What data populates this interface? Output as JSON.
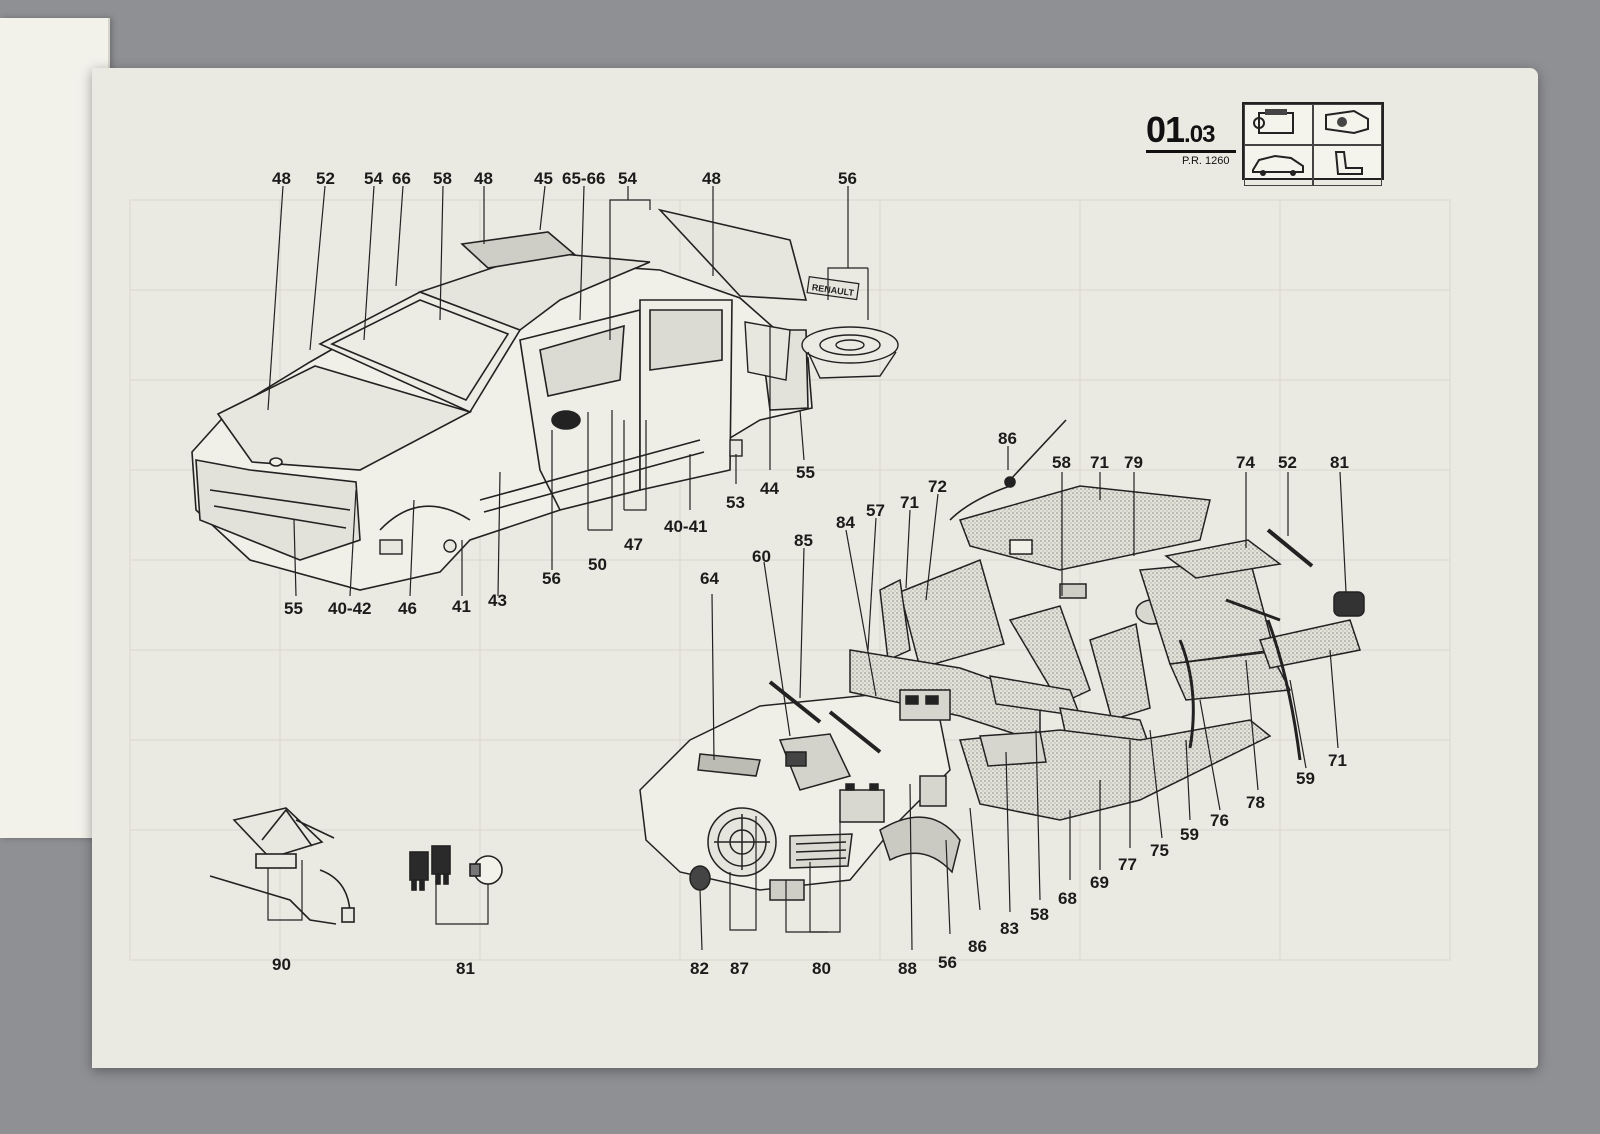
{
  "header": {
    "section_major": "01",
    "section_minor": ".03",
    "reference": "P.R. 1260",
    "icons": [
      "engine-icon",
      "gearbox-icon",
      "car-body-icon",
      "seat-icon"
    ]
  },
  "brand_badge": "RENAULT",
  "callouts": [
    {
      "id": "c1",
      "text": "48"
    },
    {
      "id": "c2",
      "text": "52"
    },
    {
      "id": "c3",
      "text": "54"
    },
    {
      "id": "c4",
      "text": "66"
    },
    {
      "id": "c5",
      "text": "58"
    },
    {
      "id": "c6",
      "text": "48"
    },
    {
      "id": "c7",
      "text": "45"
    },
    {
      "id": "c8",
      "text": "65-66"
    },
    {
      "id": "c9",
      "text": "54"
    },
    {
      "id": "c10",
      "text": "48"
    },
    {
      "id": "c11",
      "text": "56"
    },
    {
      "id": "c12",
      "text": "55"
    },
    {
      "id": "c13",
      "text": "40-42"
    },
    {
      "id": "c14",
      "text": "46"
    },
    {
      "id": "c15",
      "text": "41"
    },
    {
      "id": "c16",
      "text": "43"
    },
    {
      "id": "c17",
      "text": "56"
    },
    {
      "id": "c18",
      "text": "50"
    },
    {
      "id": "c19",
      "text": "47"
    },
    {
      "id": "c20",
      "text": "40-41"
    },
    {
      "id": "c21",
      "text": "53"
    },
    {
      "id": "c22",
      "text": "44"
    },
    {
      "id": "c23",
      "text": "55"
    },
    {
      "id": "c24",
      "text": "86"
    },
    {
      "id": "c25",
      "text": "58"
    },
    {
      "id": "c26",
      "text": "71"
    },
    {
      "id": "c27",
      "text": "79"
    },
    {
      "id": "c28",
      "text": "74"
    },
    {
      "id": "c29",
      "text": "52"
    },
    {
      "id": "c30",
      "text": "81"
    },
    {
      "id": "c31",
      "text": "72"
    },
    {
      "id": "c32",
      "text": "71"
    },
    {
      "id": "c33",
      "text": "57"
    },
    {
      "id": "c34",
      "text": "84"
    },
    {
      "id": "c35",
      "text": "85"
    },
    {
      "id": "c36",
      "text": "60"
    },
    {
      "id": "c37",
      "text": "64"
    },
    {
      "id": "c38",
      "text": "59"
    },
    {
      "id": "c39",
      "text": "71"
    },
    {
      "id": "c40",
      "text": "78"
    },
    {
      "id": "c41",
      "text": "76"
    },
    {
      "id": "c42",
      "text": "59"
    },
    {
      "id": "c43",
      "text": "75"
    },
    {
      "id": "c44",
      "text": "77"
    },
    {
      "id": "c45",
      "text": "69"
    },
    {
      "id": "c46",
      "text": "68"
    },
    {
      "id": "c47",
      "text": "58"
    },
    {
      "id": "c48",
      "text": "83"
    },
    {
      "id": "c49",
      "text": "86"
    },
    {
      "id": "c50",
      "text": "56"
    },
    {
      "id": "c51",
      "text": "88"
    },
    {
      "id": "c52",
      "text": "80"
    },
    {
      "id": "c53",
      "text": "87"
    },
    {
      "id": "c54",
      "text": "82"
    },
    {
      "id": "c55",
      "text": "81"
    },
    {
      "id": "c56",
      "text": "90"
    }
  ]
}
